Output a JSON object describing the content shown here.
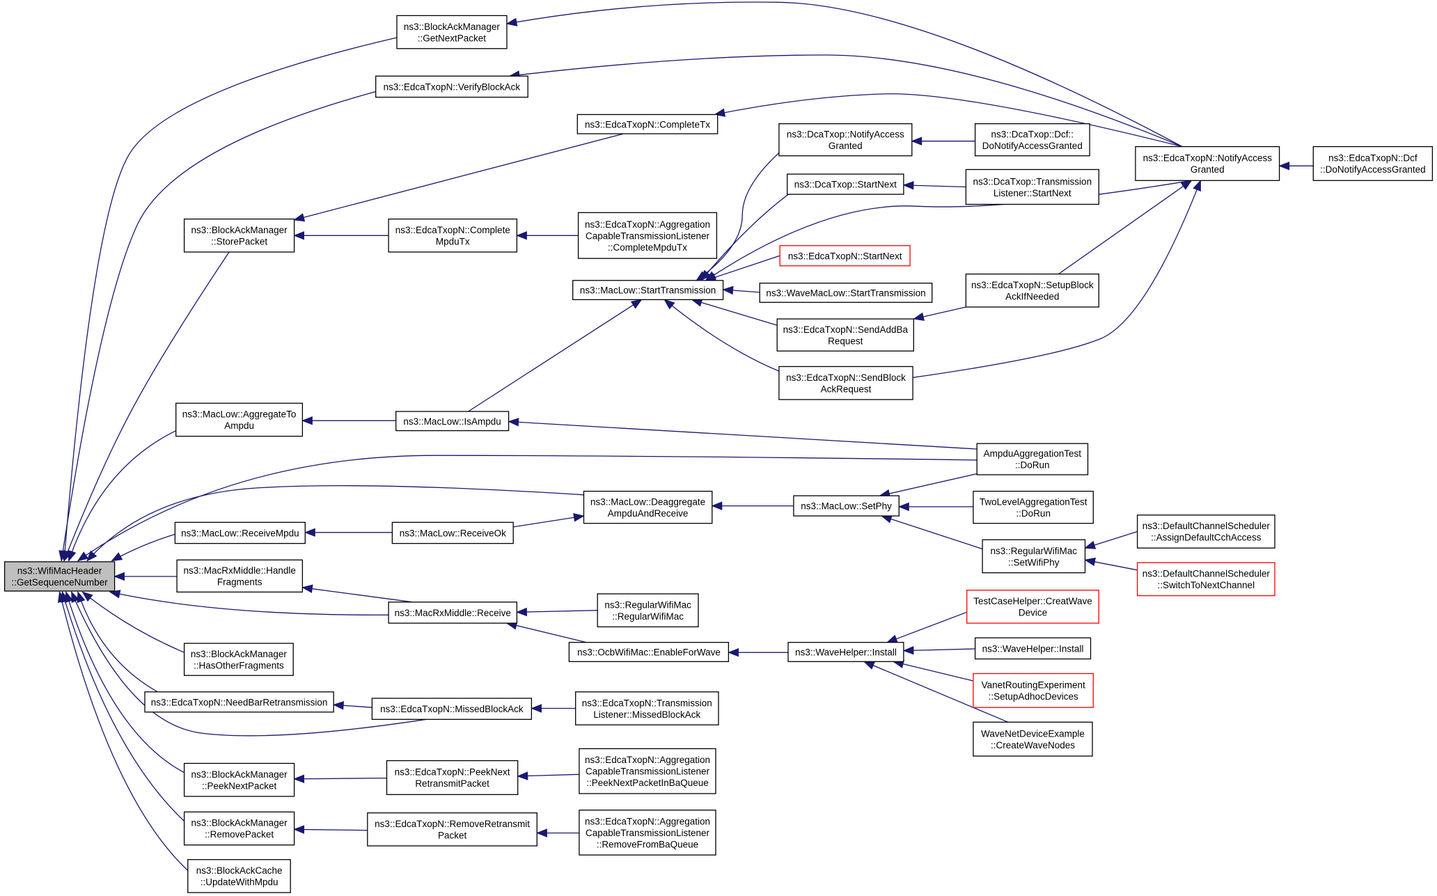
{
  "diagram": {
    "nodes": [
      {
        "id": "root",
        "lines": [
          "ns3::WifiMacHeader",
          "::GetSequenceNumber"
        ],
        "style": "root"
      },
      {
        "id": "bam_gnp",
        "lines": [
          "ns3::BlockAckManager",
          "::GetNextPacket"
        ]
      },
      {
        "id": "etx_vba",
        "lines": [
          "ns3::EdcaTxopN::VerifyBlockAck"
        ]
      },
      {
        "id": "etx_ctx",
        "lines": [
          "ns3::EdcaTxopN::CompleteTx"
        ]
      },
      {
        "id": "bam_sp",
        "lines": [
          "ns3::BlockAckManager",
          "::StorePacket"
        ]
      },
      {
        "id": "etx_cmtx",
        "lines": [
          "ns3::EdcaTxopN::Complete",
          "MpduTx"
        ]
      },
      {
        "id": "agg_cmtx",
        "lines": [
          "ns3::EdcaTxopN::Aggregation",
          "CapableTransmissionListener",
          "::CompleteMpduTx"
        ]
      },
      {
        "id": "ml_st",
        "lines": [
          "ns3::MacLow::StartTransmission"
        ]
      },
      {
        "id": "dca_nag",
        "lines": [
          "ns3::DcaTxop::NotifyAccess",
          "Granted"
        ]
      },
      {
        "id": "dca_dcf",
        "lines": [
          "ns3::DcaTxop::Dcf::",
          "DoNotifyAccessGranted"
        ]
      },
      {
        "id": "dca_sn",
        "lines": [
          "ns3::DcaTxop::StartNext"
        ]
      },
      {
        "id": "dca_tlsn",
        "lines": [
          "ns3::DcaTxop::Transmission",
          "Listener::StartNext"
        ]
      },
      {
        "id": "etx_sn",
        "lines": [
          "ns3::EdcaTxopN::StartNext"
        ],
        "style": "red"
      },
      {
        "id": "wml_st",
        "lines": [
          "ns3::WaveMacLow::StartTransmission"
        ]
      },
      {
        "id": "etx_sab",
        "lines": [
          "ns3::EdcaTxopN::SendAddBa",
          "Request"
        ]
      },
      {
        "id": "etx_sbar",
        "lines": [
          "ns3::EdcaTxopN::SendBlock",
          "AckRequest"
        ]
      },
      {
        "id": "etx_sba",
        "lines": [
          "ns3::EdcaTxopN::SetupBlock",
          "AckIfNeeded"
        ]
      },
      {
        "id": "etx_nag",
        "lines": [
          "ns3::EdcaTxopN::NotifyAccess",
          "Granted"
        ]
      },
      {
        "id": "etx_dcf",
        "lines": [
          "ns3::EdcaTxopN::Dcf",
          "::DoNotifyAccessGranted"
        ]
      },
      {
        "id": "ml_ata",
        "lines": [
          "ns3::MacLow::AggregateTo",
          "Ampdu"
        ]
      },
      {
        "id": "ml_isa",
        "lines": [
          "ns3::MacLow::IsAmpdu"
        ]
      },
      {
        "id": "aat_dr",
        "lines": [
          "AmpduAggregationTest",
          "::DoRun"
        ]
      },
      {
        "id": "ml_dar",
        "lines": [
          "ns3::MacLow::Deaggregate",
          "AmpduAndReceive"
        ]
      },
      {
        "id": "ml_sp",
        "lines": [
          "ns3::MacLow::SetPhy"
        ]
      },
      {
        "id": "tlat_dr",
        "lines": [
          "TwoLevelAggregationTest",
          "::DoRun"
        ]
      },
      {
        "id": "rwm_swp",
        "lines": [
          "ns3::RegularWifiMac",
          "::SetWifiPhy"
        ]
      },
      {
        "id": "dcs_adca",
        "lines": [
          "ns3::DefaultChannelScheduler",
          "::AssignDefaultCchAccess"
        ]
      },
      {
        "id": "dcs_stnc",
        "lines": [
          "ns3::DefaultChannelScheduler",
          "::SwitchToNextChannel"
        ],
        "style": "red"
      },
      {
        "id": "ml_rm",
        "lines": [
          "ns3::MacLow::ReceiveMpdu"
        ]
      },
      {
        "id": "ml_ro",
        "lines": [
          "ns3::MacLow::ReceiveOk"
        ]
      },
      {
        "id": "mrm_hf",
        "lines": [
          "ns3::MacRxMiddle::Handle",
          "Fragments"
        ]
      },
      {
        "id": "mrm_r",
        "lines": [
          "ns3::MacRxMiddle::Receive"
        ]
      },
      {
        "id": "rwm_rwm",
        "lines": [
          "ns3::RegularWifiMac",
          "::RegularWifiMac"
        ]
      },
      {
        "id": "owm_efw",
        "lines": [
          "ns3::OcbWifiMac::EnableForWave"
        ]
      },
      {
        "id": "wh_i",
        "lines": [
          "ns3::WaveHelper::Install"
        ]
      },
      {
        "id": "tch_cwd",
        "lines": [
          "TestCaseHelper::CreatWave",
          "Device"
        ],
        "style": "red"
      },
      {
        "id": "wh_i2",
        "lines": [
          "ns3::WaveHelper::Install"
        ]
      },
      {
        "id": "vre_sad",
        "lines": [
          "VanetRoutingExperiment",
          "::SetupAdhocDevices"
        ],
        "style": "red"
      },
      {
        "id": "wnde_cwn",
        "lines": [
          "WaveNetDeviceExample",
          "::CreateWaveNodes"
        ]
      },
      {
        "id": "bam_hof",
        "lines": [
          "ns3::BlockAckManager",
          "::HasOtherFragments"
        ]
      },
      {
        "id": "etx_nbr",
        "lines": [
          "ns3::EdcaTxopN::NeedBarRetransmission"
        ]
      },
      {
        "id": "etx_mba",
        "lines": [
          "ns3::EdcaTxopN::MissedBlockAck"
        ]
      },
      {
        "id": "etx_tlmba",
        "lines": [
          "ns3::EdcaTxopN::Transmission",
          "Listener::MissedBlockAck"
        ]
      },
      {
        "id": "bam_pnp",
        "lines": [
          "ns3::BlockAckManager",
          "::PeekNextPacket"
        ]
      },
      {
        "id": "etx_pnrp",
        "lines": [
          "ns3::EdcaTxopN::PeekNext",
          "RetransmitPacket"
        ]
      },
      {
        "id": "agg_pnp",
        "lines": [
          "ns3::EdcaTxopN::Aggregation",
          "CapableTransmissionListener",
          "::PeekNextPacketInBaQueue"
        ]
      },
      {
        "id": "bam_rp",
        "lines": [
          "ns3::BlockAckManager",
          "::RemovePacket"
        ]
      },
      {
        "id": "etx_rrp",
        "lines": [
          "ns3::EdcaTxopN::RemoveRetransmit",
          "Packet"
        ]
      },
      {
        "id": "agg_rfq",
        "lines": [
          "ns3::EdcaTxopN::Aggregation",
          "CapableTransmissionListener",
          "::RemoveFromBaQueue"
        ]
      },
      {
        "id": "bac_uwm",
        "lines": [
          "ns3::BlockAckCache",
          "::UpdateWithMpdu"
        ]
      }
    ],
    "edges": [
      [
        "bam_gnp",
        "root"
      ],
      [
        "etx_vba",
        "root"
      ],
      [
        "bam_sp",
        "root"
      ],
      [
        "ml_ata",
        "root"
      ],
      [
        "aat_dr",
        "root"
      ],
      [
        "ml_dar",
        "root"
      ],
      [
        "ml_rm",
        "root"
      ],
      [
        "mrm_hf",
        "root"
      ],
      [
        "mrm_r",
        "root"
      ],
      [
        "bam_hof",
        "root"
      ],
      [
        "etx_nbr",
        "root"
      ],
      [
        "etx_mba",
        "root"
      ],
      [
        "bam_pnp",
        "root"
      ],
      [
        "bam_rp",
        "root"
      ],
      [
        "bac_uwm",
        "root"
      ],
      [
        "etx_nag",
        "bam_gnp"
      ],
      [
        "etx_nag",
        "etx_vba"
      ],
      [
        "etx_nag",
        "etx_ctx"
      ],
      [
        "etx_ctx",
        "bam_sp"
      ],
      [
        "etx_cmtx",
        "bam_sp"
      ],
      [
        "agg_cmtx",
        "etx_cmtx"
      ],
      [
        "ml_isa",
        "ml_st"
      ],
      [
        "dca_nag",
        "ml_st"
      ],
      [
        "dca_sn",
        "ml_st"
      ],
      [
        "etx_nag",
        "ml_st"
      ],
      [
        "etx_sn",
        "ml_st"
      ],
      [
        "wml_st",
        "ml_st"
      ],
      [
        "etx_sab",
        "ml_st"
      ],
      [
        "etx_sbar",
        "ml_st"
      ],
      [
        "dca_dcf",
        "dca_nag"
      ],
      [
        "dca_tlsn",
        "dca_sn"
      ],
      [
        "etx_sba",
        "etx_sab"
      ],
      [
        "etx_sba",
        "etx_nag"
      ],
      [
        "etx_sbar",
        "etx_nag"
      ],
      [
        "etx_dcf",
        "etx_nag"
      ],
      [
        "ml_isa",
        "ml_ata"
      ],
      [
        "aat_dr",
        "ml_isa"
      ],
      [
        "ml_sp",
        "ml_dar"
      ],
      [
        "aat_dr",
        "ml_sp"
      ],
      [
        "tlat_dr",
        "ml_sp"
      ],
      [
        "rwm_swp",
        "ml_sp"
      ],
      [
        "dcs_adca",
        "rwm_swp"
      ],
      [
        "dcs_stnc",
        "rwm_swp"
      ],
      [
        "ml_ro",
        "ml_rm"
      ],
      [
        "ml_ro",
        "ml_dar"
      ],
      [
        "mrm_r",
        "mrm_hf"
      ],
      [
        "rwm_rwm",
        "mrm_r"
      ],
      [
        "owm_efw",
        "mrm_r"
      ],
      [
        "wh_i",
        "owm_efw"
      ],
      [
        "tch_cwd",
        "wh_i"
      ],
      [
        "wh_i2",
        "wh_i"
      ],
      [
        "vre_sad",
        "wh_i"
      ],
      [
        "wnde_cwn",
        "wh_i"
      ],
      [
        "etx_mba",
        "etx_nbr"
      ],
      [
        "etx_tlmba",
        "etx_mba"
      ],
      [
        "etx_pnrp",
        "bam_pnp"
      ],
      [
        "agg_pnp",
        "etx_pnrp"
      ],
      [
        "etx_rrp",
        "bam_rp"
      ],
      [
        "agg_rfq",
        "etx_rrp"
      ]
    ]
  }
}
